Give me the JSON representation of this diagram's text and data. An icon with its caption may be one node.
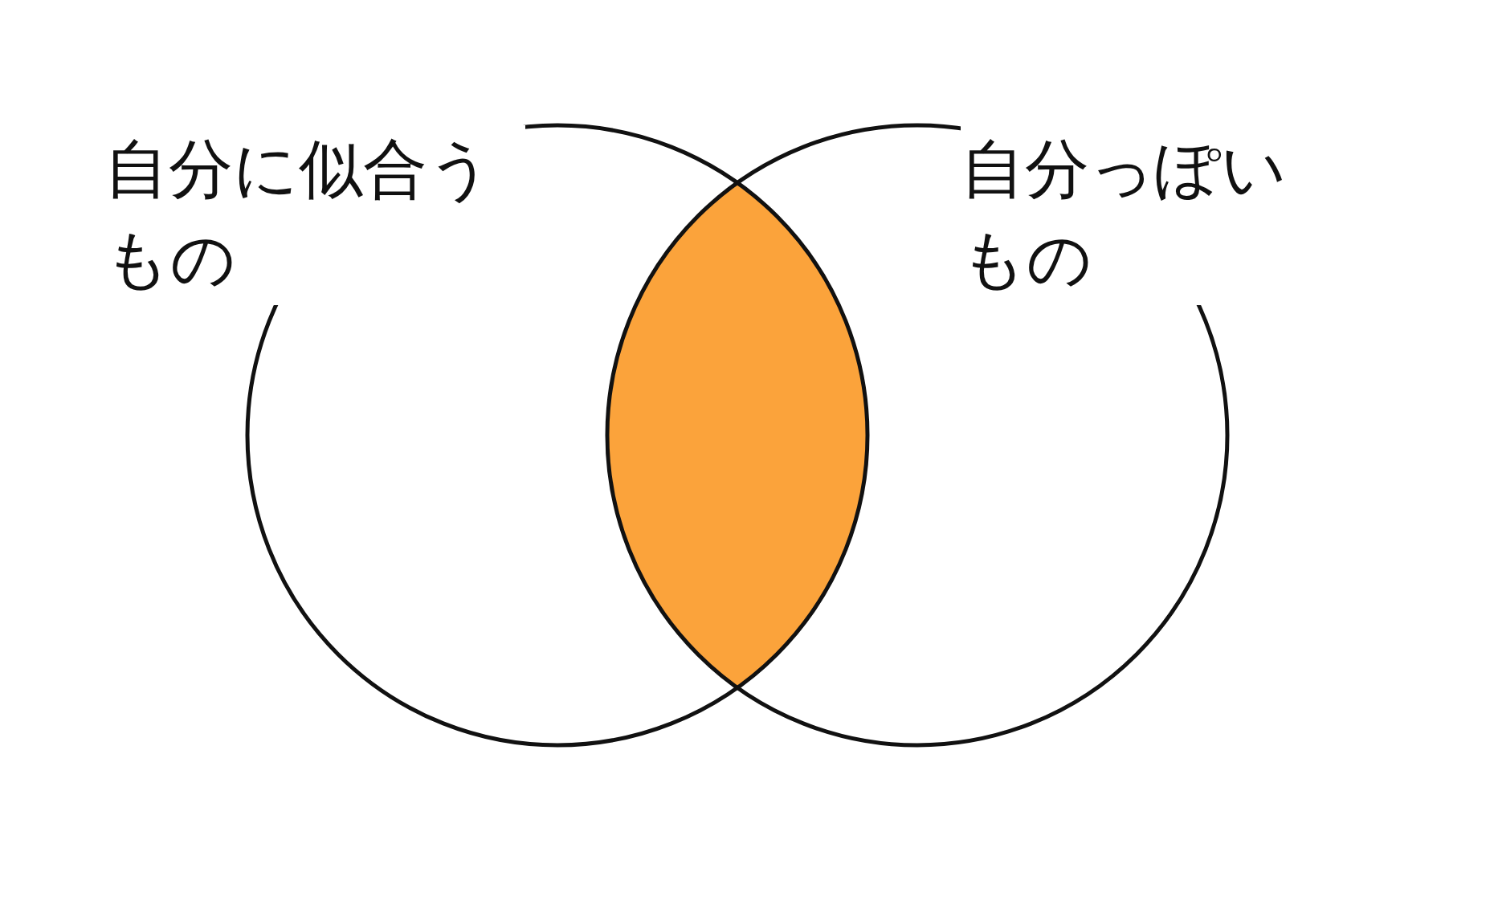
{
  "diagram": {
    "nodes": [
      {
        "text": [
          "自分に似合うもの"
        ]
      },
      {
        "text": [
          "自分っぽいもの"
        ]
      },
      {
        "text": [],
        "shape": "lens"
      }
    ]
  }
}
